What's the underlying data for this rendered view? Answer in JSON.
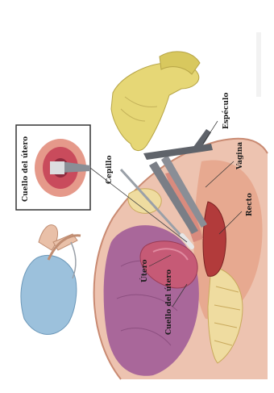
{
  "labels": {
    "cuello_inset": "Cuello del útero",
    "cepillo": "Cepillo",
    "espéculo": "Espéculo",
    "vagina": "Vagina",
    "recto": "Recto",
    "utero": "Útero",
    "cuello_main": "Cuello del útero"
  },
  "colors": {
    "glove": "#e6d776",
    "tissue": "#e9b29a",
    "uterus": "#c0506a",
    "bladder": "#a8648e",
    "rectum": "#b03a3a",
    "gown": "#9cc1dc",
    "instrument": "#6d7178"
  }
}
